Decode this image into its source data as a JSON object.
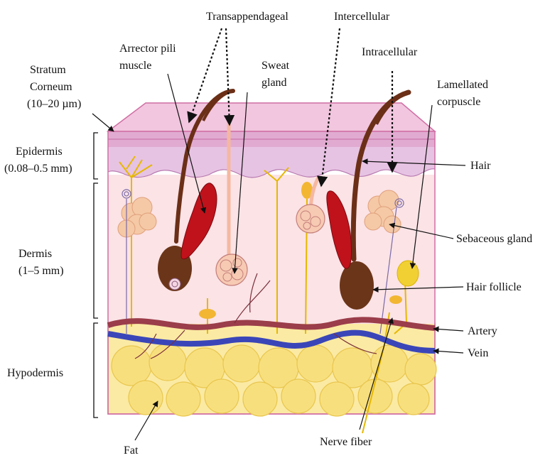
{
  "diagram": {
    "layers": {
      "stratum_corneum": [
        "Stratum",
        "Corneum",
        "(10–20 µm)"
      ],
      "epidermis": [
        "Epidermis",
        "(0.08–0.5 mm)"
      ],
      "dermis": [
        "Dermis",
        "(1–5 mm)"
      ],
      "hypodermis": "Hypodermis"
    },
    "pathways": {
      "transappendageal": "Transappendageal",
      "intercellular": "Intercellular",
      "intracellular": "Intracellular"
    },
    "structures": {
      "arrector_pili": [
        "Arrector pili",
        "muscle"
      ],
      "sweat_gland": [
        "Sweat",
        "gland"
      ],
      "lamellated_corpuscle": [
        "Lamellated",
        "corpuscle"
      ],
      "hair": "Hair",
      "sebaceous_gland": "Sebaceous gland",
      "hair_follicle": "Hair follicle",
      "artery": "Artery",
      "vein": "Vein",
      "fat": "Fat",
      "nerve_fiber": "Nerve fiber"
    },
    "colors": {
      "background": "#ffffff",
      "skin_top": "#f2c6df",
      "epidermis": "#e7c3e3",
      "dermis": "#fbe3e6",
      "fat": "#fbeaa3",
      "hair": "#6b2f17",
      "muscle": "#c0121b",
      "artery": "#9b3d4a",
      "vein": "#3a46b8",
      "nerve": "#e6b800",
      "sebaceous": "#f5c9a6",
      "outline": "#d06fa4"
    }
  }
}
